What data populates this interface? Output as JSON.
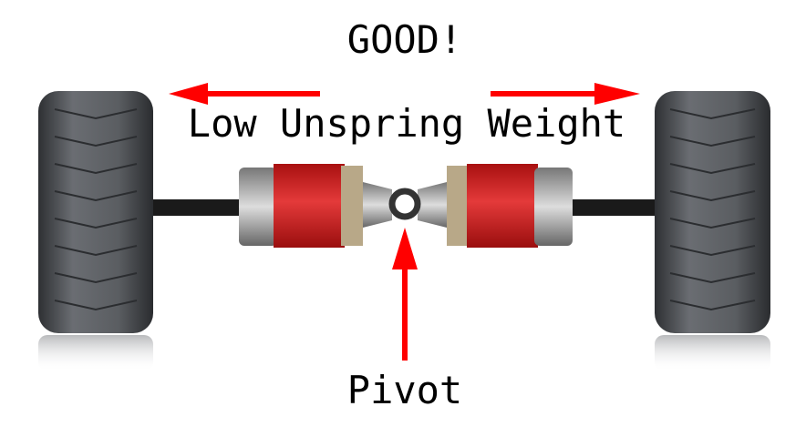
{
  "title": "GOOD!",
  "subtitle": "Low Unspring Weight",
  "pivot_label": "Pivot",
  "colors": {
    "arrow": "#ff0000",
    "motor": "#d81e1e",
    "tire": "#55585c",
    "axle": "#1a1a1a"
  }
}
